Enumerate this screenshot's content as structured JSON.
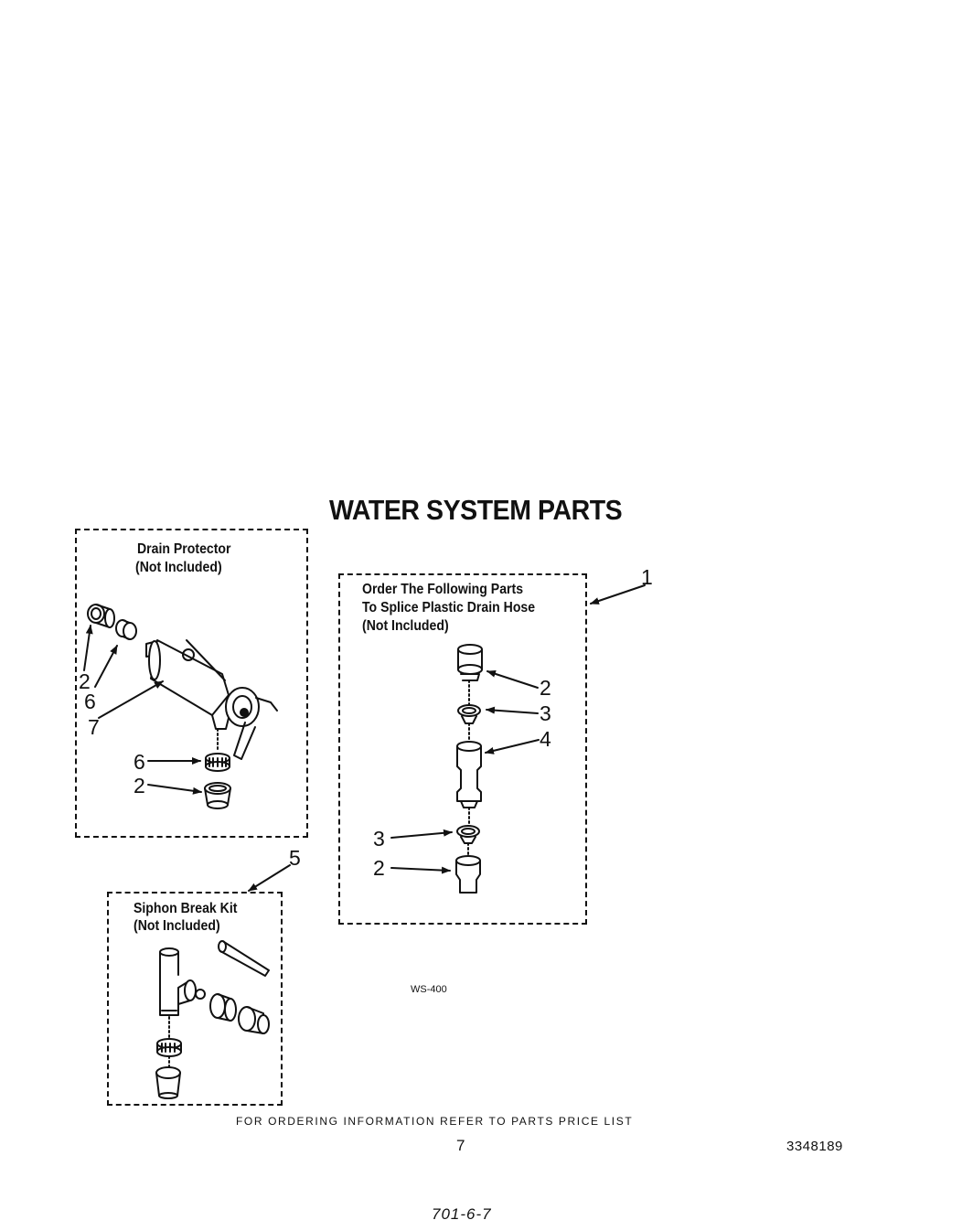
{
  "title": "WATER SYSTEM PARTS",
  "drain_protector": {
    "label_line1": "Drain Protector",
    "label_line2": "(Not Included)",
    "callouts": [
      "2",
      "6",
      "7",
      "6",
      "2"
    ]
  },
  "splice_kit": {
    "label_line1": "Order The Following Parts",
    "label_line2": "To Splice Plastic Drain Hose",
    "label_line3": "(Not Included)",
    "box_callout": "1",
    "callouts": [
      "2",
      "3",
      "4",
      "3",
      "2"
    ]
  },
  "siphon_break_kit": {
    "label_line1": "Siphon Break Kit",
    "label_line2": "(Not Included)",
    "box_callout": "5"
  },
  "figure_code": "WS-400",
  "footer": {
    "ordering_note": "FOR ORDERING INFORMATION REFER TO PARTS PRICE LIST",
    "page_number": "7",
    "part_number": "3348189",
    "bottom_code": "701-6-7"
  }
}
